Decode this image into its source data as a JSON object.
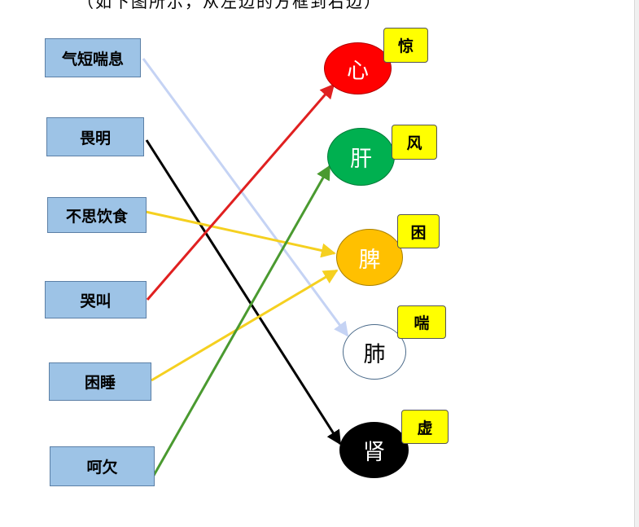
{
  "top_text": "（如下图所示，从左边的方框到右边）",
  "symptoms": [
    {
      "id": "breath",
      "label": "气短喘息"
    },
    {
      "id": "fear",
      "label": "畏明"
    },
    {
      "id": "appetite",
      "label": "不思饮食"
    },
    {
      "id": "cry",
      "label": "哭叫"
    },
    {
      "id": "sleepy",
      "label": "困睡"
    },
    {
      "id": "yawn",
      "label": "呵欠"
    }
  ],
  "organs": [
    {
      "id": "heart",
      "label": "心",
      "tag": "惊",
      "fill": "#ff0000",
      "text_color": "#ffffff"
    },
    {
      "id": "liver",
      "label": "肝",
      "tag": "风",
      "fill": "#00b050",
      "text_color": "#ffffff"
    },
    {
      "id": "spleen",
      "label": "脾",
      "tag": "困",
      "fill": "#ffc000",
      "text_color": "#ffffff"
    },
    {
      "id": "lung",
      "label": "肺",
      "tag": "喘",
      "fill": "#ffffff",
      "text_color": "#000000"
    },
    {
      "id": "kidney",
      "label": "肾",
      "tag": "虚",
      "fill": "#000000",
      "text_color": "#ffffff"
    }
  ],
  "connections": [
    {
      "from": "breath",
      "to": "lung",
      "color": "#c5d3f4"
    },
    {
      "from": "fear",
      "to": "kidney",
      "color": "#000000"
    },
    {
      "from": "appetite",
      "to": "spleen",
      "color": "#f5d020"
    },
    {
      "from": "cry",
      "to": "heart",
      "color": "#e02020"
    },
    {
      "from": "sleepy",
      "to": "spleen",
      "color": "#f5d020"
    },
    {
      "from": "yawn",
      "to": "liver",
      "color": "#4a9a30"
    }
  ]
}
